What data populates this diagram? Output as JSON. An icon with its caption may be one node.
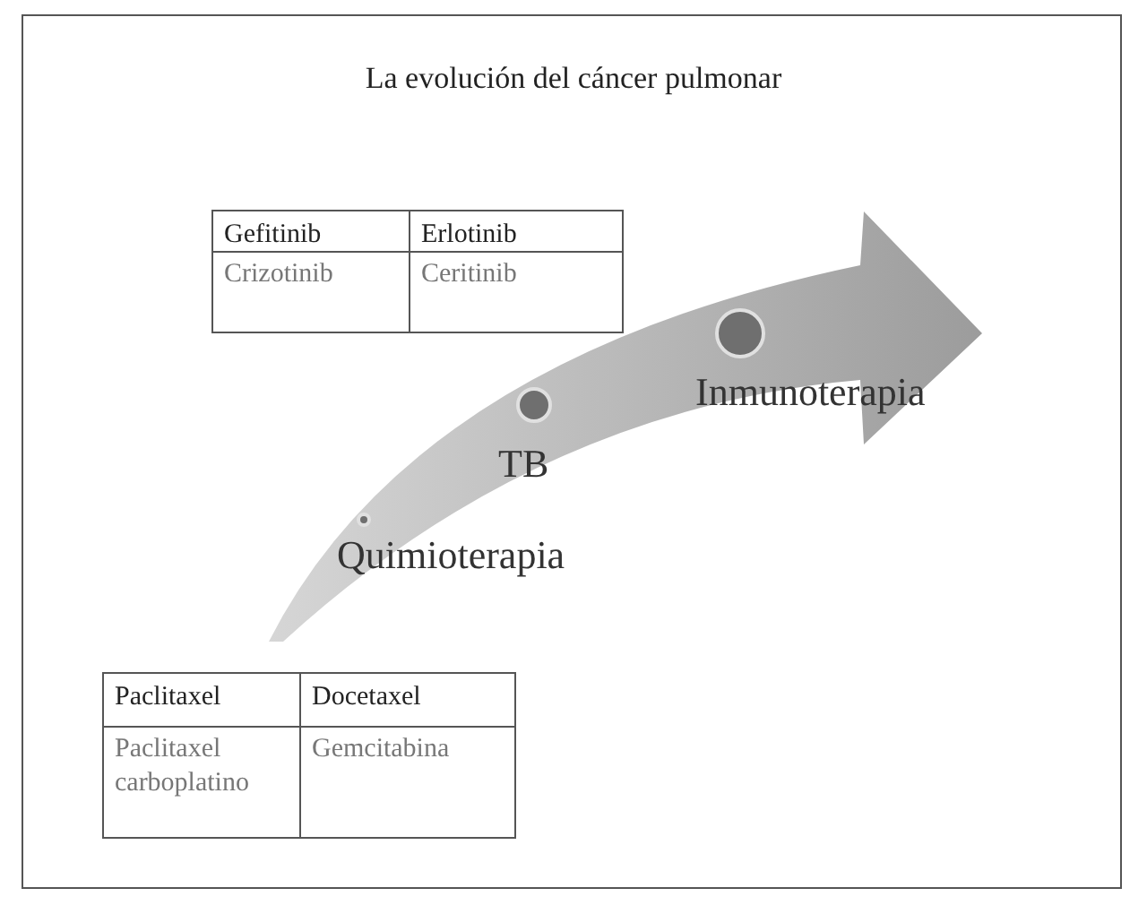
{
  "diagram": {
    "title": "La evolución del cáncer pulmonar",
    "labels": [
      "Gefitinib",
      "Erlotinib",
      "Crizotinib",
      "Ceritinib",
      "Inmunoterapia",
      "TB",
      "Quimioterapia",
      "Paclitaxel",
      "Docetaxel",
      "Paclitaxel carboplatino",
      "Gemcitabina"
    ]
  }
}
